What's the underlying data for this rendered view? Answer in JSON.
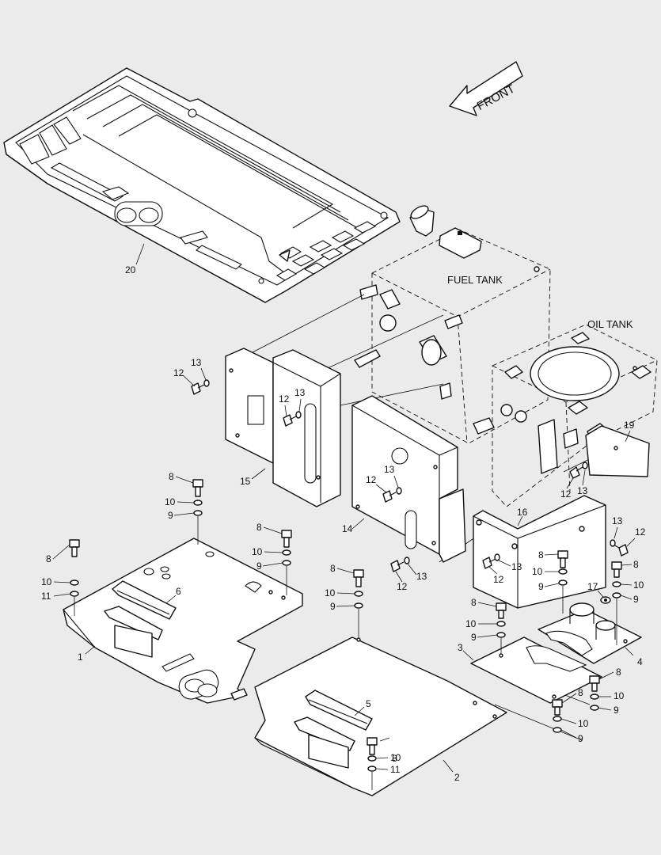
{
  "labels": {
    "front": "FRONT",
    "fuel_tank": "FUEL TANK",
    "oil_tank": "OIL TANK"
  },
  "callouts": {
    "c1": "1",
    "c2": "2",
    "c3": "3",
    "c4": "4",
    "c5": "5",
    "c6": "6",
    "c14": "14",
    "c15": "15",
    "c16": "16",
    "c17": "17",
    "c19": "19",
    "c20": "20",
    "c8a": "8",
    "c10a": "10",
    "c9a": "9",
    "c8b": "8",
    "c10b": "10",
    "c9b": "9",
    "c8c": "8",
    "c10c": "10",
    "c11c": "11",
    "c8d": "8",
    "c10d": "10",
    "c9d": "9",
    "c8e": "8",
    "c10e": "10",
    "c11e": "11",
    "c8f": "8",
    "c10f": "10",
    "c9f": "9",
    "c8g": "8",
    "c10g": "10",
    "c9g": "9",
    "c8h": "8",
    "c10h": "10",
    "c9h": "9",
    "c8i": "8",
    "c10i": "10",
    "c9i": "9",
    "c8j": "8",
    "c10j": "10",
    "c9j": "9",
    "c12a": "12",
    "c13a": "13",
    "c12b": "12",
    "c13b": "13",
    "c12c": "12",
    "c13c": "13",
    "c12d": "12",
    "c13d": "13",
    "c12e": "12",
    "c13e": "13",
    "c12f": "12",
    "c13f": "13",
    "c12g": "12",
    "c13g": "13"
  }
}
